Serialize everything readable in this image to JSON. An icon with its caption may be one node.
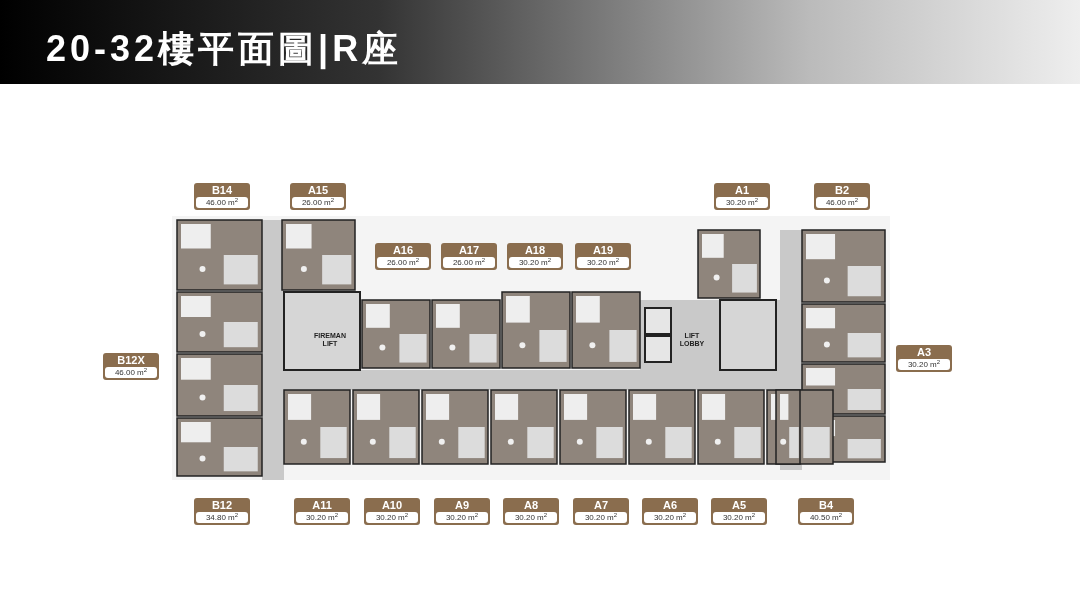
{
  "diagram": {
    "title": "20-32樓平面圖|R座",
    "nodes": [
      {
        "text": [
          "B14",
          "46.00 m$^{2}$"
        ]
      },
      {
        "text": [
          "A15",
          "26.00 m$^{2}$"
        ]
      },
      {
        "text": [
          "A1",
          "30.20 m$^{2}$"
        ]
      },
      {
        "text": [
          "B2",
          "46.00 m$^{2}$"
        ]
      },
      {
        "text": [
          "A16",
          "26.00 m$^{2}$"
        ]
      },
      {
        "text": [
          "A17",
          "26.00 m$^{2}$"
        ]
      },
      {
        "text": [
          "A18",
          "30.20 m$^{2}$"
        ]
      },
      {
        "text": [
          "A19",
          "30.20 m$^{2}$"
        ]
      },
      {
        "text": [
          "B12X",
          "46.00 m$^{2}$"
        ]
      },
      {
        "text": [
          "A3",
          "30.20 m$^{2}$"
        ]
      },
      {
        "text": [
          "B12",
          "34.80 m$^{2}$"
        ]
      },
      {
        "text": [
          "A11",
          "30.20 m$^{2}$"
        ]
      },
      {
        "text": [
          "A10",
          "30.20 m$^{2}$"
        ]
      },
      {
        "text": [
          "A9",
          "30.20 m$^{2}$"
        ]
      },
      {
        "text": [
          "A8",
          "30.20 m$^{2}$"
        ]
      },
      {
        "text": [
          "A7",
          "30.20 m$^{2}$"
        ]
      },
      {
        "text": [
          "A6",
          "30.20 m$^{2}$"
        ]
      },
      {
        "text": [
          "A5",
          "30.20 m$^{2}$"
        ]
      },
      {
        "text": [
          "B4",
          "40.50 m$^{2}$"
        ]
      }
    ],
    "labels": [
      "FIREMAN LIFT",
      "LIFT LOBBY"
    ]
  }
}
